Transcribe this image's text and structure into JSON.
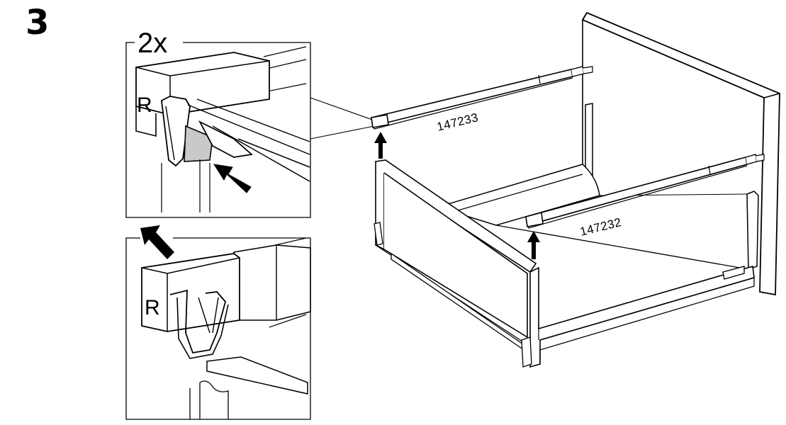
{
  "step": {
    "number": "3"
  },
  "detail_top": {
    "quantity": "2x",
    "side_marker": "R"
  },
  "detail_bottom": {
    "side_marker": "R"
  },
  "parts": {
    "rail_back": "147233",
    "rail_front": "147232"
  },
  "icons": [
    "arrow-icon",
    "screwdriver-icon"
  ]
}
